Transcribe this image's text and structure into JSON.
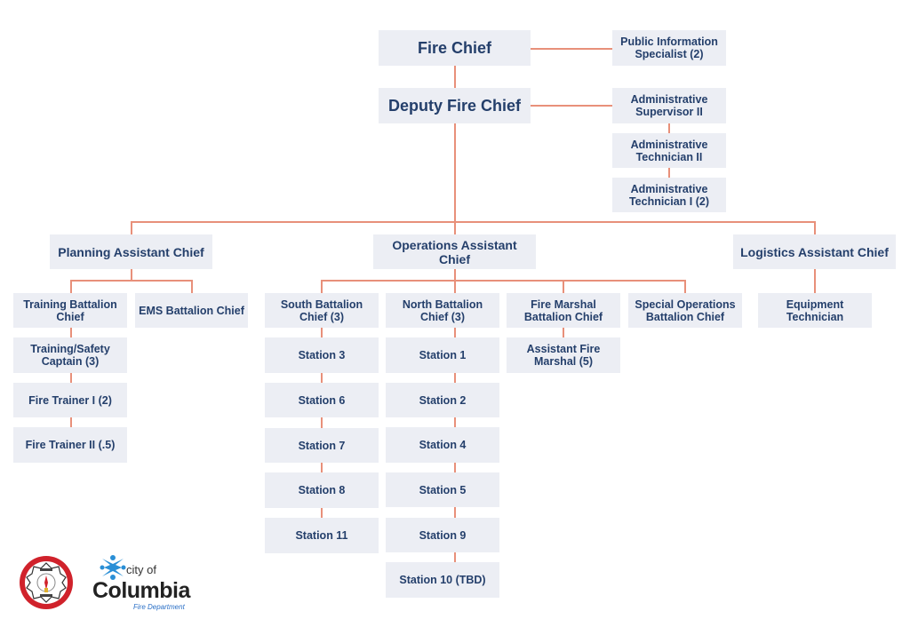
{
  "chart_title": "Columbia Fire Department Organizational Chart",
  "nodes": {
    "fire_chief": "Fire Chief",
    "public_info": "Public Information Specialist (2)",
    "deputy_chief": "Deputy Fire Chief",
    "admin_supervisor": "Administrative Supervisor II",
    "admin_tech_2": "Administrative Technician II",
    "admin_tech_1": "Administrative Technician I (2)",
    "planning_ac": "Planning Assistant  Chief",
    "operations_ac": "Operations Assistant  Chief",
    "logistics_ac": "Logistics Assistant  Chief",
    "training_bc": "Training Battalion Chief",
    "ems_bc": "EMS Battalion Chief",
    "training_safety": "Training/Safety Captain (3)",
    "fire_trainer_1": "Fire Trainer I (2)",
    "fire_trainer_2": "Fire Trainer II (.5)",
    "south_bc": "South Battalion Chief (3)",
    "north_bc": "North Battalion Chief (3)",
    "fire_marshal_bc": "Fire Marshal Battalion Chief",
    "special_ops_bc": "Special Operations Battalion Chief",
    "assistant_fire_marshal": "Assistant Fire Marshal (5)",
    "equipment_tech": "Equipment Technician",
    "station_3": "Station 3",
    "station_6": "Station 6",
    "station_7": "Station 7",
    "station_8": "Station 8",
    "station_11": "Station 11",
    "station_1": "Station 1",
    "station_2": "Station 2",
    "station_4": "Station 4",
    "station_5": "Station 5",
    "station_9": "Station 9",
    "station_10": "Station 10 (TBD)"
  },
  "hierarchy": [
    {
      "parent": "fire_chief",
      "child": "public_info"
    },
    {
      "parent": "fire_chief",
      "child": "deputy_chief"
    },
    {
      "parent": "deputy_chief",
      "child": "admin_supervisor"
    },
    {
      "parent": "admin_supervisor",
      "child": "admin_tech_2"
    },
    {
      "parent": "admin_tech_2",
      "child": "admin_tech_1"
    },
    {
      "parent": "deputy_chief",
      "child": "planning_ac"
    },
    {
      "parent": "deputy_chief",
      "child": "operations_ac"
    },
    {
      "parent": "deputy_chief",
      "child": "logistics_ac"
    },
    {
      "parent": "planning_ac",
      "child": "training_bc"
    },
    {
      "parent": "planning_ac",
      "child": "ems_bc"
    },
    {
      "parent": "training_bc",
      "child": "training_safety"
    },
    {
      "parent": "training_safety",
      "child": "fire_trainer_1"
    },
    {
      "parent": "fire_trainer_1",
      "child": "fire_trainer_2"
    },
    {
      "parent": "operations_ac",
      "child": "south_bc"
    },
    {
      "parent": "operations_ac",
      "child": "north_bc"
    },
    {
      "parent": "operations_ac",
      "child": "fire_marshal_bc"
    },
    {
      "parent": "operations_ac",
      "child": "special_ops_bc"
    },
    {
      "parent": "south_bc",
      "child": "station_3"
    },
    {
      "parent": "station_3",
      "child": "station_6"
    },
    {
      "parent": "station_6",
      "child": "station_7"
    },
    {
      "parent": "station_7",
      "child": "station_8"
    },
    {
      "parent": "station_8",
      "child": "station_11"
    },
    {
      "parent": "north_bc",
      "child": "station_1"
    },
    {
      "parent": "station_1",
      "child": "station_2"
    },
    {
      "parent": "station_2",
      "child": "station_4"
    },
    {
      "parent": "station_4",
      "child": "station_5"
    },
    {
      "parent": "station_5",
      "child": "station_9"
    },
    {
      "parent": "station_9",
      "child": "station_10"
    },
    {
      "parent": "fire_marshal_bc",
      "child": "assistant_fire_marshal"
    },
    {
      "parent": "logistics_ac",
      "child": "equipment_tech"
    }
  ],
  "logos": {
    "badge_label": "Columbia Fire Rescue badge",
    "city_of": "city of",
    "columbia": "Columbia",
    "fire_department": "Fire Department"
  },
  "colors": {
    "box_fill": "#eceef4",
    "text": "#243f6b",
    "connector": "#e8907a",
    "badge_red": "#d0222b",
    "city_blue": "#2a8fd6"
  }
}
